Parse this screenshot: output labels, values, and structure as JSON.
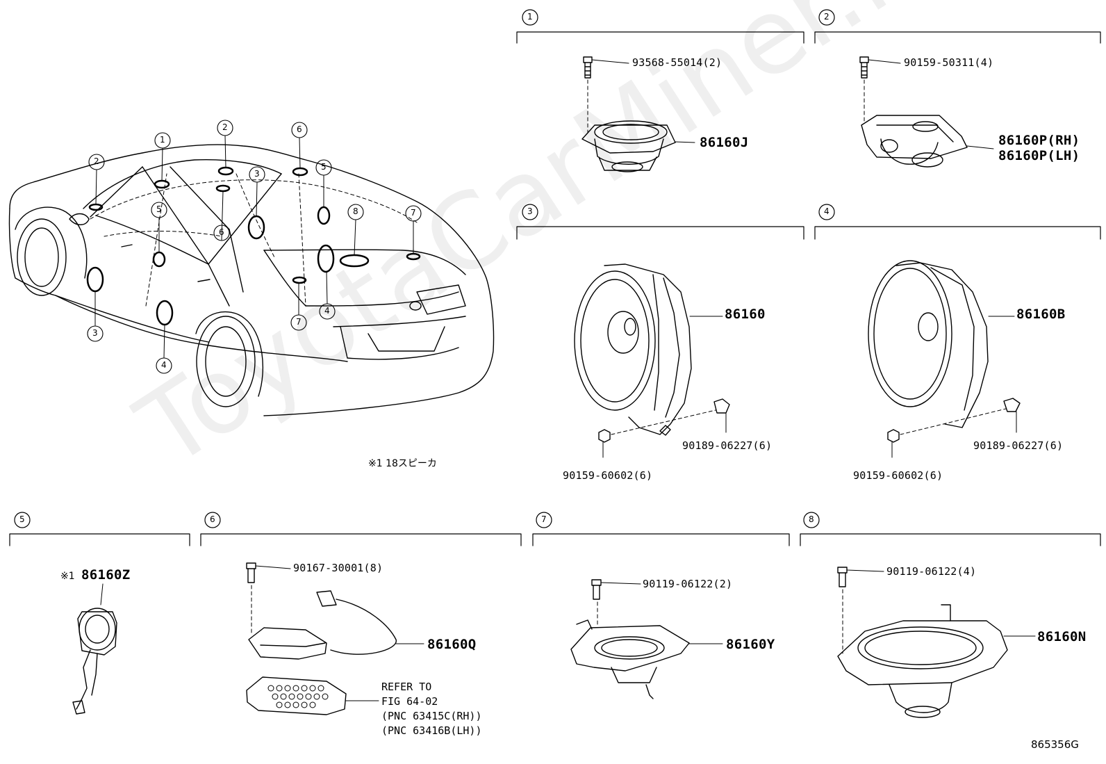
{
  "watermark": "ToyotaCarMiner.ru",
  "figure_code": "865356G",
  "note": "※1  18スピーカ",
  "sections": [
    {
      "num": "1",
      "main_part": "86160J",
      "fasteners": [
        "93568-55014(2)"
      ]
    },
    {
      "num": "2",
      "main_part_rh": "86160P(RH)",
      "main_part_lh": "86160P(LH)",
      "fasteners": [
        "90159-50311(4)"
      ]
    },
    {
      "num": "3",
      "main_part": "86160",
      "fasteners": [
        "90189-06227(6)",
        "90159-60602(6)"
      ]
    },
    {
      "num": "4",
      "main_part": "86160B",
      "fasteners": [
        "90189-06227(6)",
        "90159-60602(6)"
      ]
    },
    {
      "num": "5",
      "main_part": "86160Z",
      "note_mark": "※1"
    },
    {
      "num": "6",
      "main_part": "86160Q",
      "fasteners": [
        "90167-30001(8)"
      ],
      "refer": "REFER TO\nFIG 64-02\n(PNC 63415C(RH))\n(PNC 63416B(LH))"
    },
    {
      "num": "7",
      "main_part": "86160Y",
      "fasteners": [
        "90119-06122(2)"
      ]
    },
    {
      "num": "8",
      "main_part": "86160N",
      "fasteners": [
        "90119-06122(4)"
      ]
    }
  ],
  "car_callouts": [
    "2",
    "1",
    "2",
    "6",
    "5",
    "5",
    "3",
    "6",
    "8",
    "7",
    "3",
    "4",
    "7",
    "4"
  ]
}
